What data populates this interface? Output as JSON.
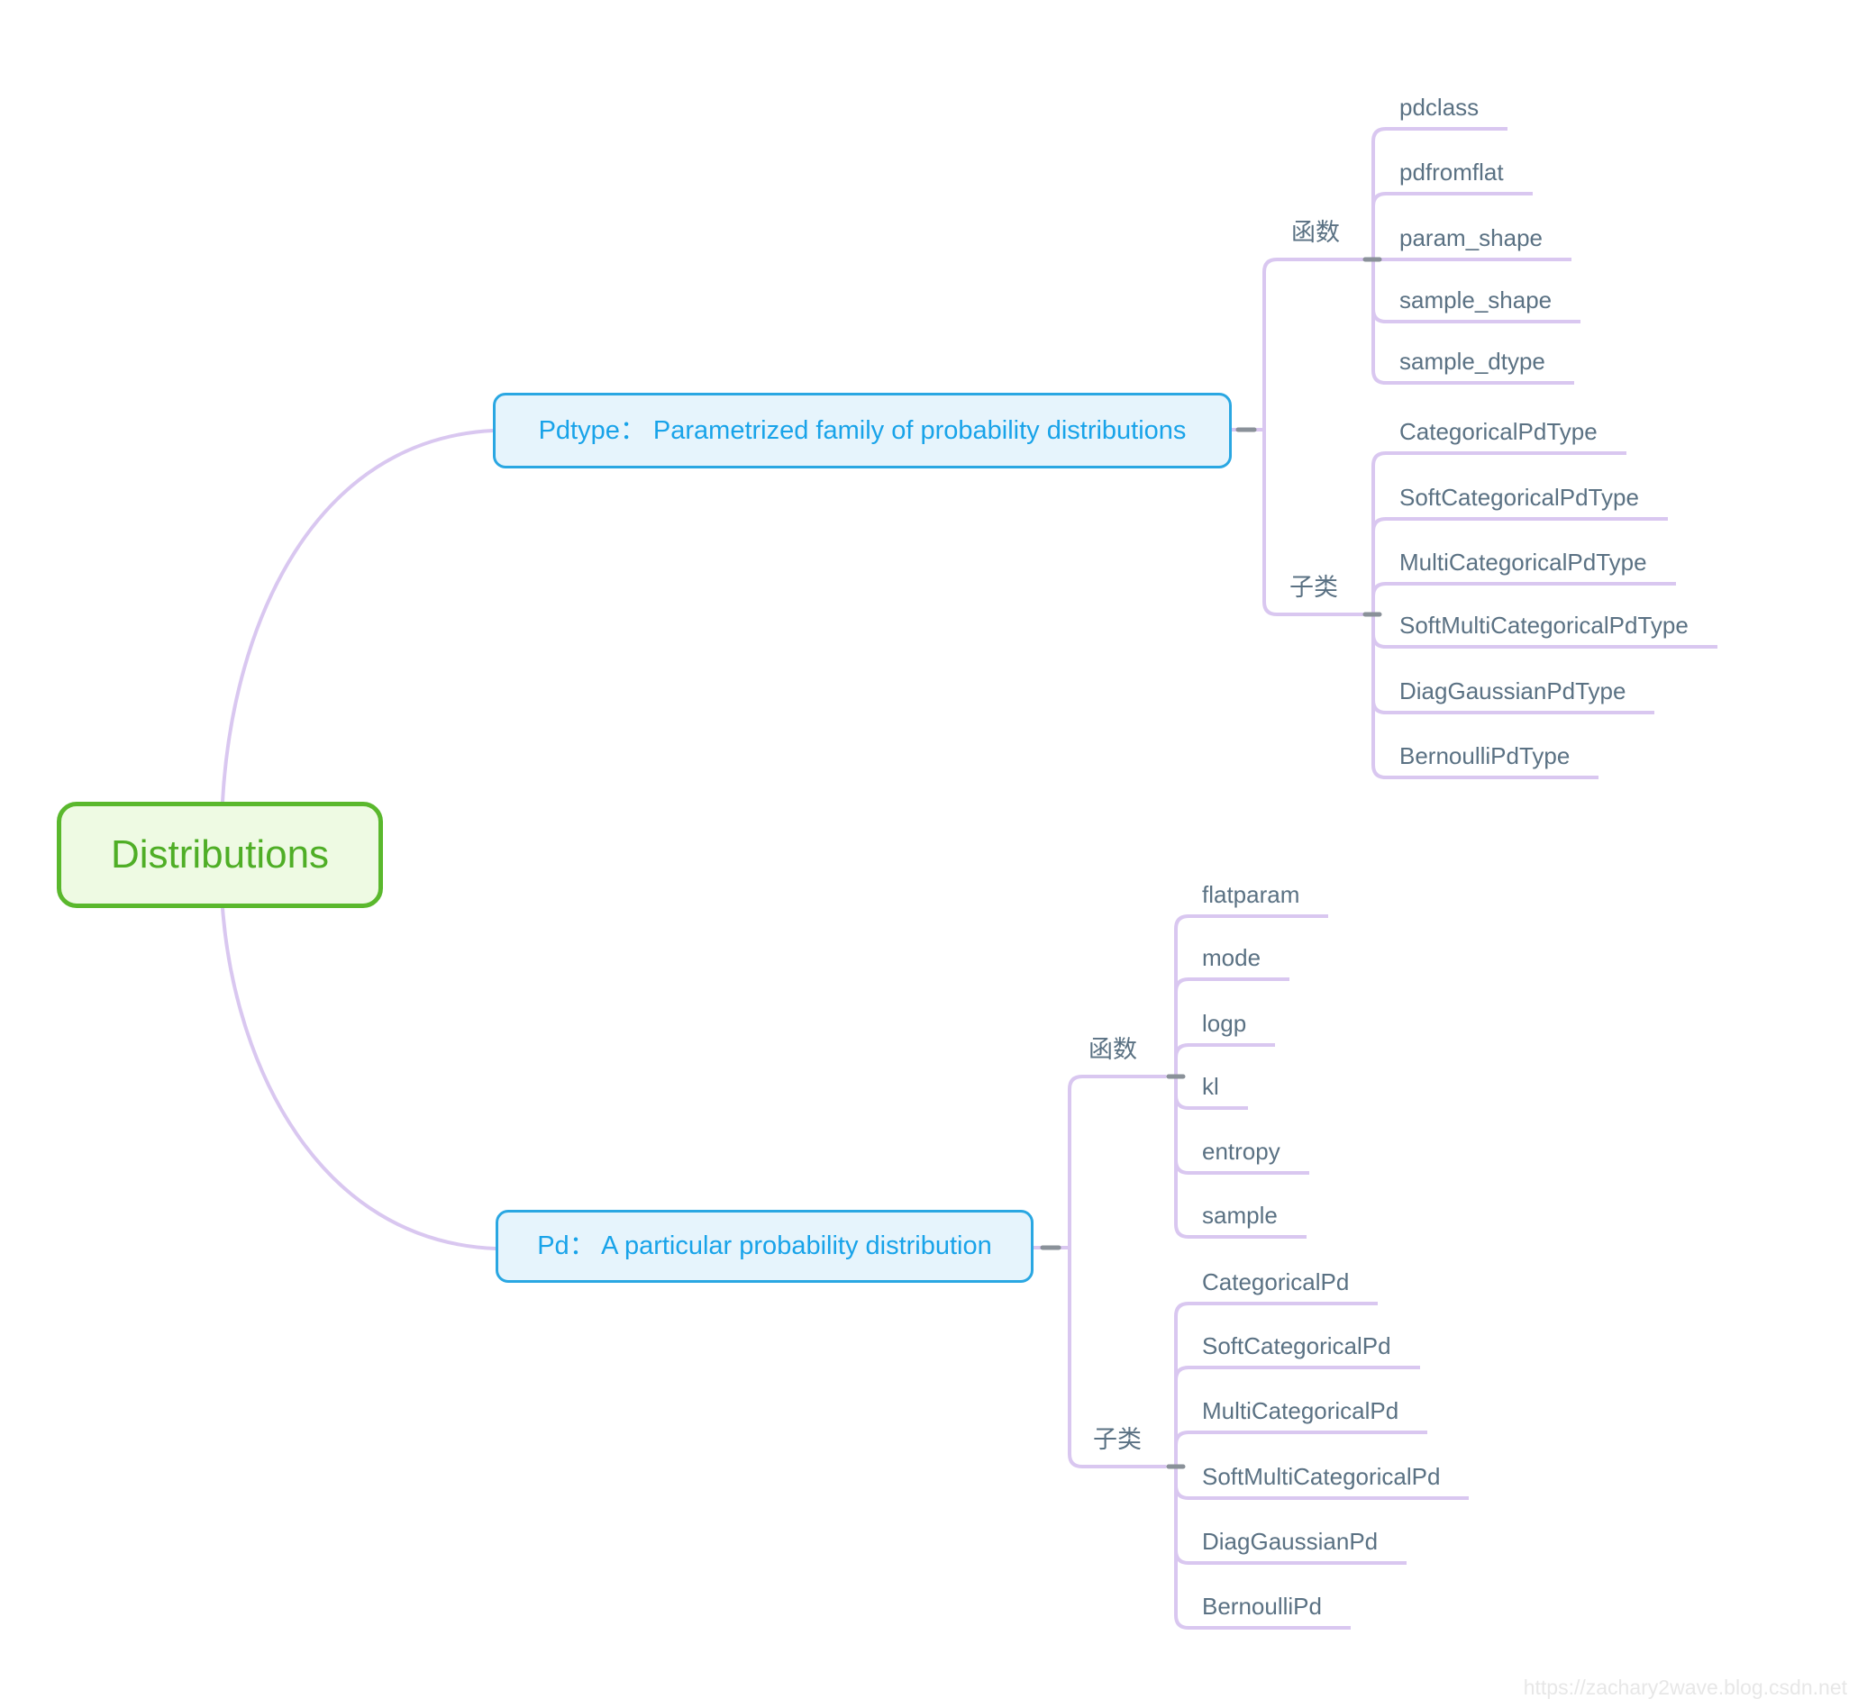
{
  "root": {
    "label": "Distributions"
  },
  "nodes": [
    {
      "label": "Pdtype：  Parametrized family of probability distributions",
      "groups": [
        {
          "label": "函数",
          "items": [
            "pdclass",
            "pdfromflat",
            "param_shape",
            "sample_shape",
            "sample_dtype"
          ]
        },
        {
          "label": "子类",
          "items": [
            "CategoricalPdType",
            "SoftCategoricalPdType",
            "MultiCategoricalPdType",
            "SoftMultiCategoricalPdType",
            "DiagGaussianPdType",
            "BernoulliPdType"
          ]
        }
      ]
    },
    {
      "label": "Pd：  A particular probability distribution",
      "groups": [
        {
          "label": "函数",
          "items": [
            "flatparam",
            "mode",
            "logp",
            "kl",
            "entropy",
            "sample"
          ]
        },
        {
          "label": "子类",
          "items": [
            "CategoricalPd",
            "SoftCategoricalPd",
            "MultiCategoricalPd",
            "SoftMultiCategoricalPd",
            "DiagGaussianPd",
            "BernoulliPd"
          ]
        }
      ]
    }
  ],
  "watermark": "https://zachary2wave.blog.csdn.net",
  "colors": {
    "root_border": "#5ab82d",
    "root_fill": "#eefae3",
    "root_text": "#4fae26",
    "node_border": "#2aa7e2",
    "node_fill": "#e6f4fc",
    "node_text": "#18a3e9",
    "branch_line": "#d9c7f0",
    "collapse_dash": "#8a9199",
    "topic_text": "#5a7183"
  }
}
